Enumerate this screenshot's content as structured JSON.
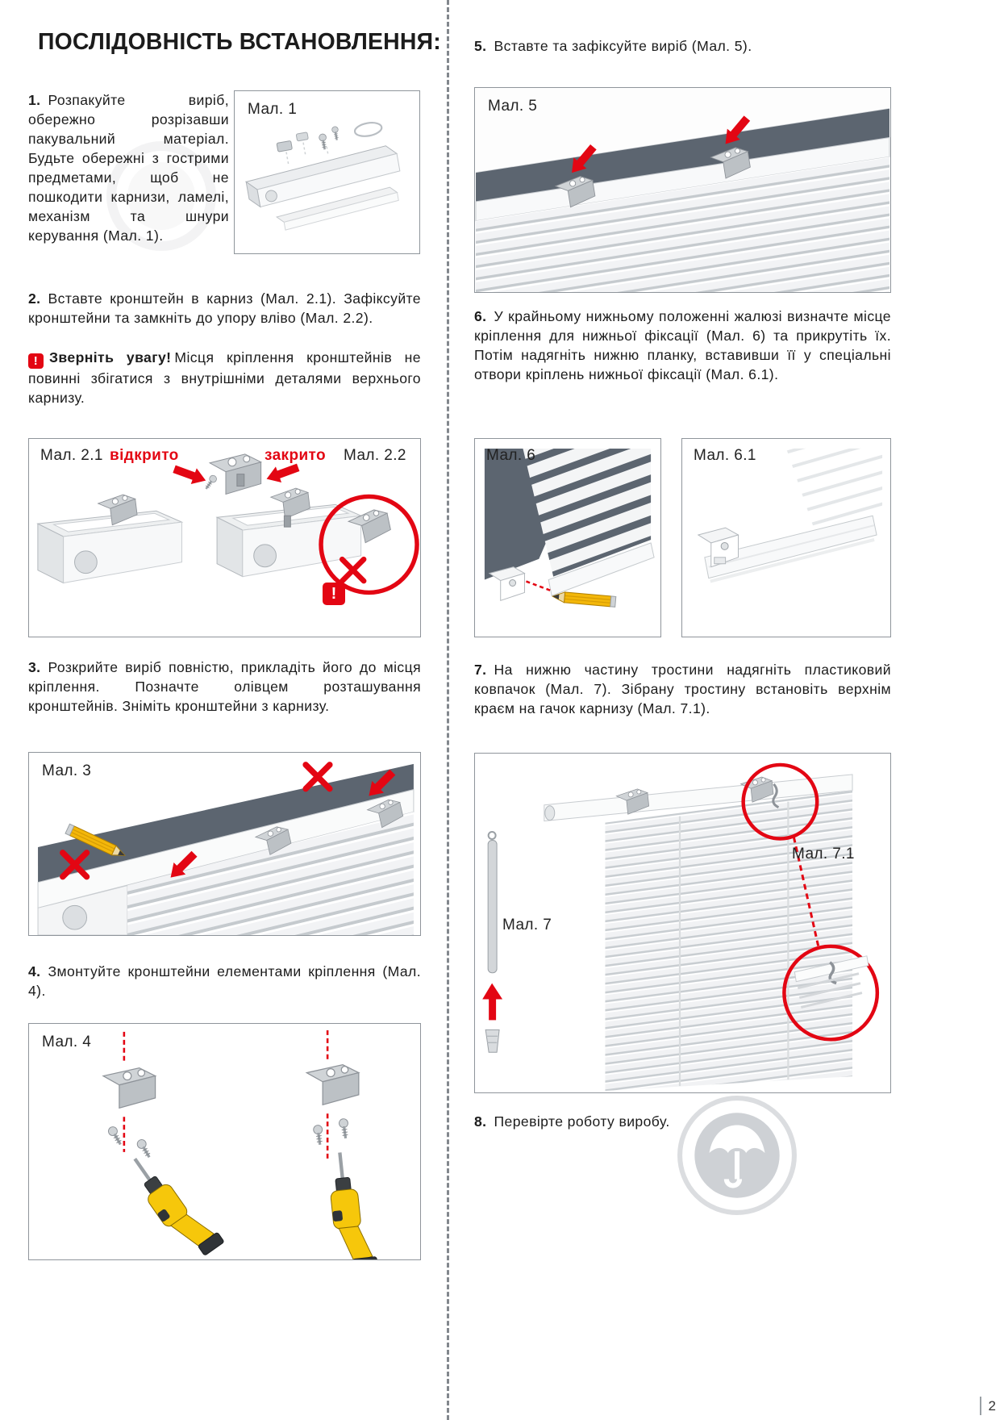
{
  "title": "ПОСЛІДОВНІСТЬ ВСТАНОВЛЕННЯ:",
  "page_number": "2",
  "warning": {
    "icon_glyph": "!",
    "title": "Зверніть увагу!",
    "text": "Місця кріплення кронштейнів не повинні збігатися з внутрішніми деталями верхнього карнизу."
  },
  "steps": {
    "s1": {
      "number": "1.",
      "text": "Розпакуйте виріб, обережно розрізавши пакувальний матеріал. Будьте обережні з гострими предметами, щоб не пошкодити карнизи, ламелі, механізм та шнури керування (Мал. 1)."
    },
    "s2": {
      "number": "2.",
      "text": "Вставте кронштейн в карниз (Мал. 2.1). Зафіксуйте кронштейни та замкніть до упору вліво (Мал. 2.2)."
    },
    "s3": {
      "number": "3.",
      "text": "Розкрийте виріб повністю, прикладіть його до місця кріплення. Позначте олівцем розташування кронштейнів. Зніміть кронштейни з карнизу."
    },
    "s4": {
      "number": "4.",
      "text": "Змонтуйте кронштейни елементами кріплення (Мал. 4)."
    },
    "s5": {
      "number": "5.",
      "text": "Вставте та зафіксуйте виріб (Мал. 5)."
    },
    "s6": {
      "number": "6.",
      "text": "У крайньому нижньому положенні жалюзі визначте місце кріплення для нижньої фіксації (Мал. 6) та прикрутіть їх. Потім надягніть нижню планку, вставивши її у спеціальні отвори кріплень нижньої фіксації (Мал. 6.1)."
    },
    "s7": {
      "number": "7.",
      "text": "На нижню частину тростини надягніть пластиковий ковпачок (Мал. 7). Зібрану тростину встановіть верхнім краєм на гачок карнизу (Мал. 7.1)."
    },
    "s8": {
      "number": "8.",
      "text": "Перевірте роботу виробу."
    }
  },
  "figures": {
    "f1": {
      "label": "Мал. 1"
    },
    "f2": {
      "label_left": "Мал. 2.1",
      "open_label": "відкрито",
      "closed_label": "закрито",
      "label_right": "Мал. 2.2",
      "alert_glyph": "!"
    },
    "f3": {
      "label": "Мал. 3"
    },
    "f4": {
      "label": "Мал. 4"
    },
    "f5": {
      "label": "Мал. 5"
    },
    "f6": {
      "label": "Мал. 6"
    },
    "f6_1": {
      "label": "Мал. 6.1"
    },
    "f7": {
      "label": "Мал. 7"
    },
    "f7_1": {
      "label": "Мал. 7.1"
    }
  },
  "colors": {
    "accent_red": "#e30613",
    "slate": "#5c6570",
    "drill_yellow": "#f6c70b"
  }
}
